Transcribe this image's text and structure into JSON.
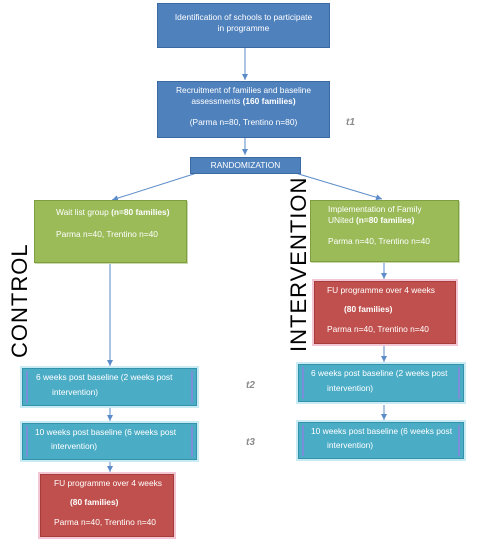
{
  "boxes": {
    "identification": {
      "line1": "Identification of schools to participate",
      "line2": "in programme"
    },
    "recruitment": {
      "line1": "Recruitment of families and baseline",
      "line2_prefix": "assessments ",
      "line2_bold": "(160 families)",
      "line3": "(Parma n=80, Trentino n=80)"
    },
    "randomization": {
      "label": "RANDOMIZATION"
    },
    "wait_list": {
      "prefix": "Wait list group ",
      "bold": "(n=80 families)",
      "line2": "Parma n=40, Trentino n=40"
    },
    "implementation": {
      "line1": "Implementation of Family",
      "line2_prefix": "UNited ",
      "line2_bold": "(n=80 families)",
      "line3": "Parma n=40, Trentino n=40"
    },
    "fu_programme_intervention": {
      "line1": "FU programme over 4 weeks",
      "line2": "(80 families)",
      "line3": "Parma n=40, Trentino n=40"
    },
    "control_6weeks": {
      "line1": "6 weeks post baseline (2 weeks post",
      "line2": "intervention)"
    },
    "control_10weeks": {
      "line1": "10 weeks post baseline (6 weeks post",
      "line2": "intervention)"
    },
    "fu_programme_control": {
      "line1": "FU programme over 4 weeks",
      "line2": "(80 families)",
      "line3": "Parma n=40, Trentino n=40"
    },
    "intervention_6weeks": {
      "line1": "6 weeks post baseline (2 weeks post",
      "line2": "intervention)"
    },
    "intervention_10weeks": {
      "line1": "10 weeks post baseline (6 weeks post",
      "line2": "intervention)"
    }
  },
  "time_labels": {
    "t1": "t1",
    "t2": "t2",
    "t3": "t3"
  },
  "group_labels": {
    "control": "CONTROL",
    "intervention": "INTERVENTION"
  },
  "colors": {
    "blue": "#4f81bd",
    "green": "#9bbb59",
    "red": "#c0504d",
    "teal": "#4bacc6",
    "arrow": "#5b8bc9"
  }
}
